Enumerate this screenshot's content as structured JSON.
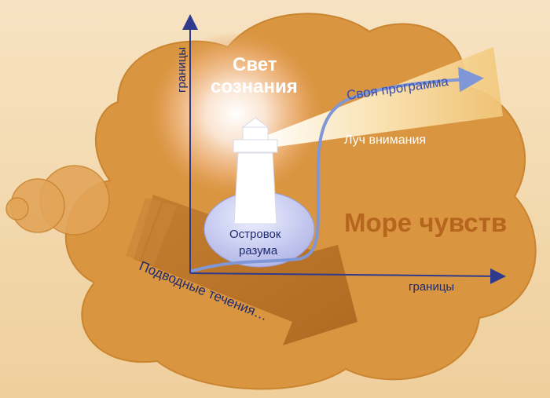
{
  "labels": {
    "light_of_consciousness": [
      "Свет",
      "сознания"
    ],
    "own_program": "Своя программа",
    "ray_of_attention": "Луч внимания",
    "sea_of_feelings": "Море чувств",
    "island_of_mind": [
      "Островок",
      "разума"
    ],
    "undercurrents": "Подводные течения…",
    "boundaries_vertical": "границы",
    "boundaries_horizontal": "границы"
  },
  "colors": {
    "background": "#F4D9AE",
    "cloud": "#D9953F",
    "cloud_edge": "#C98530",
    "sea_text": "#B5651D",
    "axis": "#2E3A8C",
    "program_text": "#3B4DA8",
    "ray_text": "#FFFFFF",
    "light_text": "#FFFFFF",
    "island": "#C9CCF0",
    "program_curve": "#7F97D6"
  },
  "icons": [
    "lighthouse-icon",
    "cloud-shape",
    "ray-of-light",
    "current-arrow"
  ]
}
